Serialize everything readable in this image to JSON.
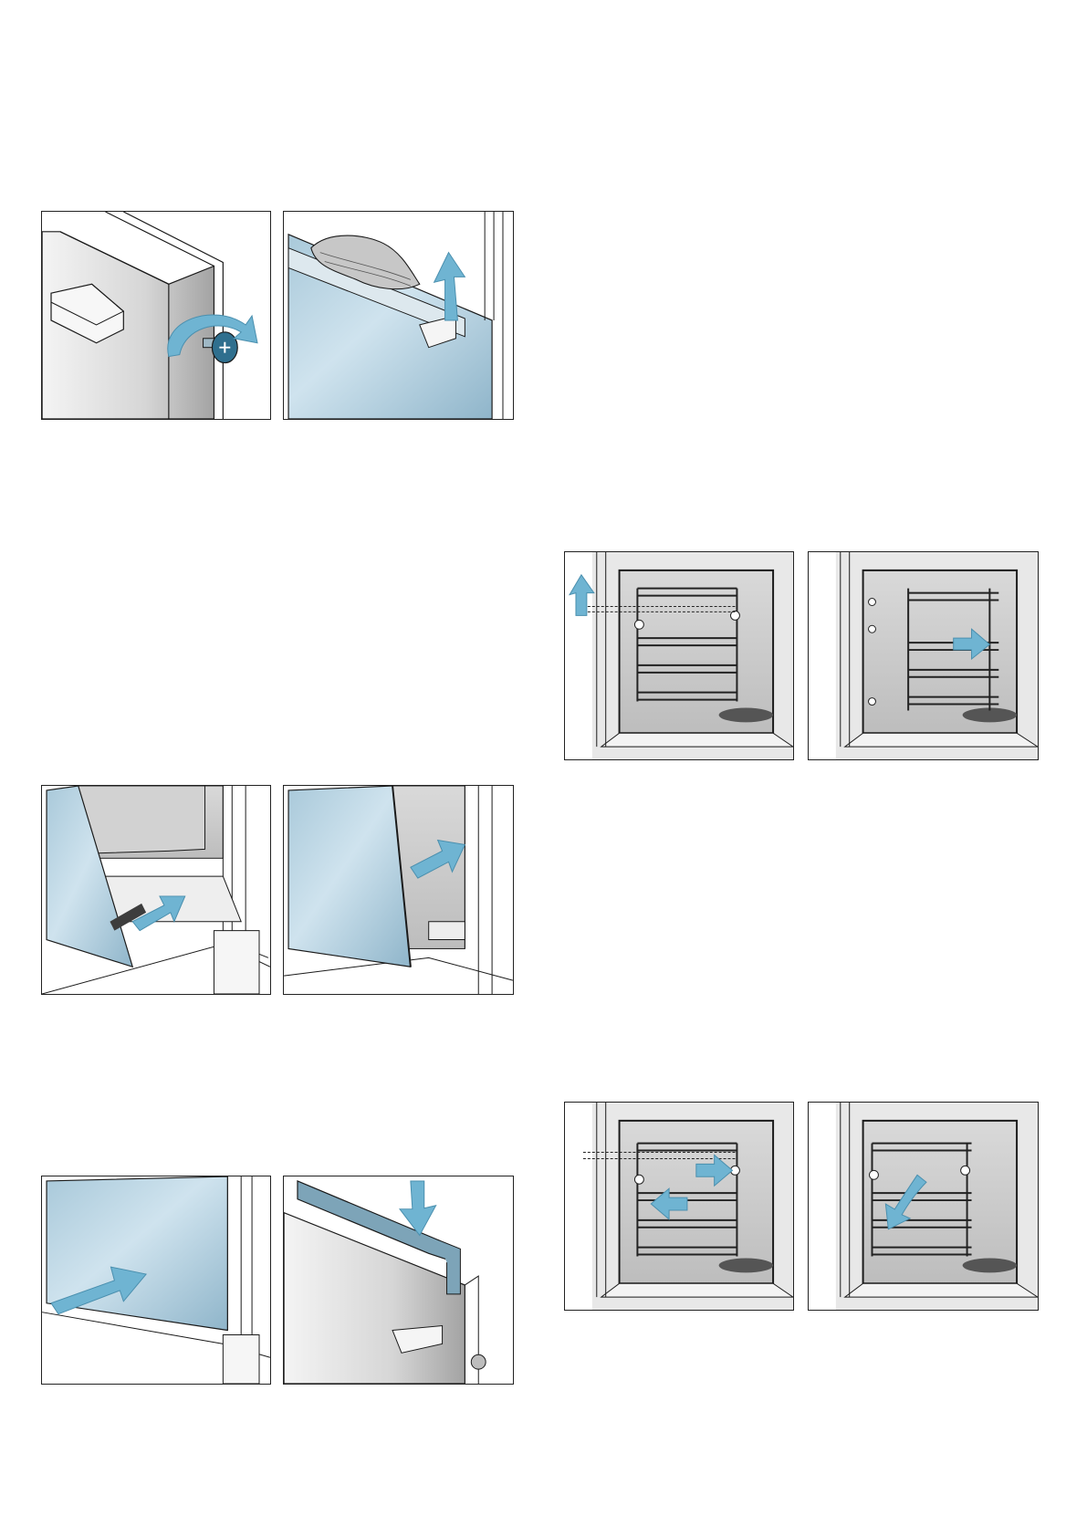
{
  "colors": {
    "accent_arrow": "#6fb4d2",
    "glass_light": "#c3dcea",
    "glass_dark": "#8fb7cc",
    "metal_light": "#f2f2f2",
    "metal_dark": "#a7a7a7",
    "outline": "#1a1a1a"
  },
  "figures": [
    {
      "id": "remove-screw",
      "icons": [
        "door-panel-icon",
        "screw-icon",
        "rotate-arrow-icon"
      ]
    },
    {
      "id": "lift-cover",
      "icons": [
        "glass-panel-icon",
        "cloth-icon",
        "up-arrow-icon"
      ]
    },
    {
      "id": "insert-panel-lower",
      "icons": [
        "glass-panel-icon",
        "right-arrow-icon"
      ]
    },
    {
      "id": "insert-panel-upper",
      "icons": [
        "glass-panel-icon",
        "right-arrow-icon"
      ]
    },
    {
      "id": "push-panel",
      "icons": [
        "glass-panel-icon",
        "right-arrow-icon"
      ]
    },
    {
      "id": "press-cover",
      "icons": [
        "cover-strip-icon",
        "down-arrow-icon"
      ]
    },
    {
      "id": "rack-lift",
      "icons": [
        "shelf-rack-icon",
        "up-arrow-icon"
      ]
    },
    {
      "id": "rack-pull",
      "icons": [
        "shelf-rack-icon",
        "right-arrow-icon"
      ]
    },
    {
      "id": "rack-insert",
      "icons": [
        "shelf-rack-icon",
        "left-arrow-icon",
        "right-arrow-icon"
      ]
    },
    {
      "id": "rack-lower",
      "icons": [
        "shelf-rack-icon",
        "curved-down-arrow-icon"
      ]
    }
  ]
}
